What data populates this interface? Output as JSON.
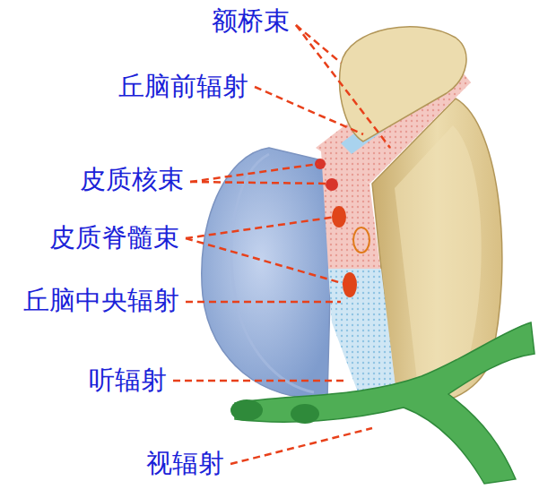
{
  "diagram": {
    "labels": [
      "额桥束",
      "丘脑前辐射",
      "皮质核束",
      "皮质脊髓束",
      "丘脑中央辐射",
      "听辐射",
      "视辐射"
    ]
  }
}
